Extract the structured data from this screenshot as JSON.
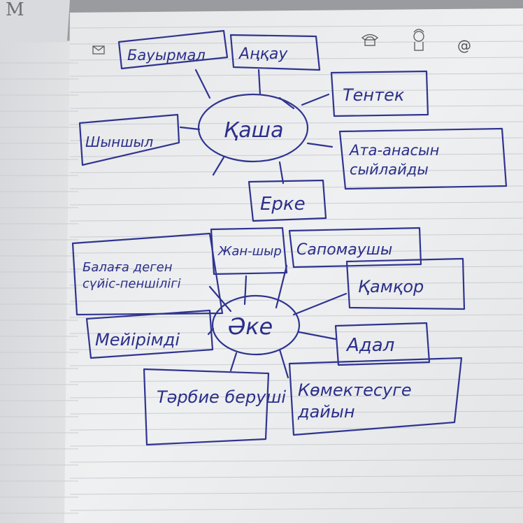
{
  "page_letter": "M",
  "icons": [
    "envelope-icon",
    "phone-icon",
    "person-icon",
    "at-icon"
  ],
  "at_symbol": "@",
  "top_map": {
    "center": "Қаша",
    "nodes": [
      "Бауырмал",
      "Аңқау",
      "Тентек",
      "Ата-анасын сыйлайды",
      "Ерке",
      "Шыншыл"
    ]
  },
  "bottom_map": {
    "center": "Әке",
    "nodes": [
      "Балаға деген сүйіс-пеншілігі",
      "Жан-шыр",
      "Сапомаушы",
      "Қамқор",
      "Адал",
      "Көмектесуге дайын",
      "Тәрбие беруші",
      "Мейірімді"
    ]
  },
  "colors": {
    "ink": "#2f3490",
    "paper": "#eeeff0",
    "shadow": "#8f8f92"
  }
}
